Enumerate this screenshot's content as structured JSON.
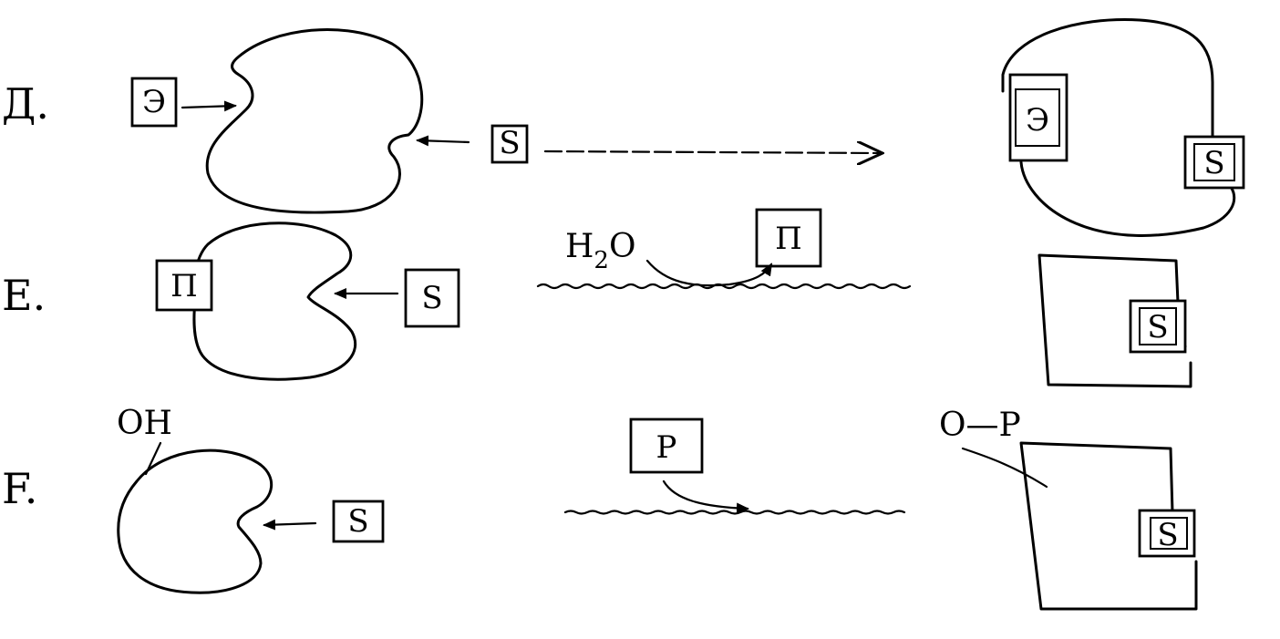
{
  "rows": [
    {
      "label": "Д.",
      "effector": "Э",
      "substrate": "S",
      "product_effector": "Э",
      "product_substrate": "S"
    },
    {
      "label": "E.",
      "enzyme_tag": "П",
      "substrate": "S",
      "reagent": "H",
      "reagent_sub": "2",
      "reagent_tail": "O",
      "released": "П",
      "product_substrate": "S"
    },
    {
      "label": "F.",
      "group": "OH",
      "substrate": "S",
      "reagent": "P",
      "product_group": "O—P",
      "product_substrate": "S"
    }
  ]
}
